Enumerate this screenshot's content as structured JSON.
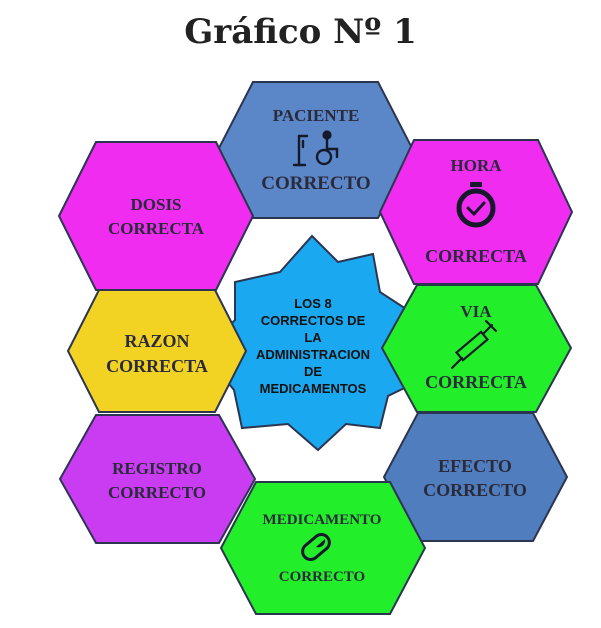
{
  "title": "Gráfico Nº 1",
  "colors": {
    "stroke": "#2c3550",
    "blue": "#5b87c9",
    "magenta": "#ef2cf0",
    "green": "#22ee2a",
    "yellow": "#f2d324",
    "purple": "#c93cf2",
    "steel": "#4f7dbd",
    "center": "#1aa8f0"
  },
  "center": {
    "lines": [
      "LOS 8",
      "CORRECTOS DE",
      "LA",
      "ADMINISTRACION",
      "DE",
      "MEDICAMENTOS"
    ]
  },
  "hexes": [
    {
      "id": "paciente",
      "lines": [
        "PACIENTE",
        "CORRECTO"
      ],
      "icon": "patient-iv-icon"
    },
    {
      "id": "hora",
      "lines": [
        "HORA",
        "CORRECTA"
      ],
      "icon": "clock-icon"
    },
    {
      "id": "via",
      "lines": [
        "VIA",
        "CORRECTA"
      ],
      "icon": "syringe-icon"
    },
    {
      "id": "efecto",
      "lines": [
        "EFECTO",
        "CORRECTO"
      ],
      "icon": ""
    },
    {
      "id": "medicamento",
      "lines": [
        "MEDICAMENTO",
        "CORRECTO"
      ],
      "icon": "pill-icon"
    },
    {
      "id": "registro",
      "lines": [
        "REGISTRO",
        "CORRECTO"
      ],
      "icon": ""
    },
    {
      "id": "razon",
      "lines": [
        "RAZON",
        "CORRECTA"
      ],
      "icon": ""
    },
    {
      "id": "dosis",
      "lines": [
        "DOSIS",
        "CORRECTA"
      ],
      "icon": ""
    }
  ]
}
